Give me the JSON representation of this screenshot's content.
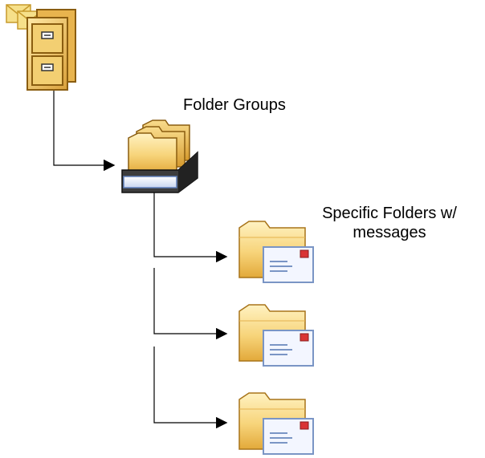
{
  "labels": {
    "folder_groups": "Folder Groups",
    "specific_folders_line1": "Specific Folders w/",
    "specific_folders_line2": "messages"
  },
  "icons": {
    "root": "file-cabinet-with-mail-icon",
    "group": "folder-tray-icon",
    "leaf": "mail-folder-icon"
  },
  "colors": {
    "folder_light": "#fde7a6",
    "folder_mid": "#f3c35b",
    "folder_dark": "#b9821b",
    "envelope_border": "#7a95c5",
    "envelope_fill": "#f3f6ff",
    "stamp": "#d93434",
    "tray_blue": "#5f7fba",
    "line": "#000000"
  }
}
